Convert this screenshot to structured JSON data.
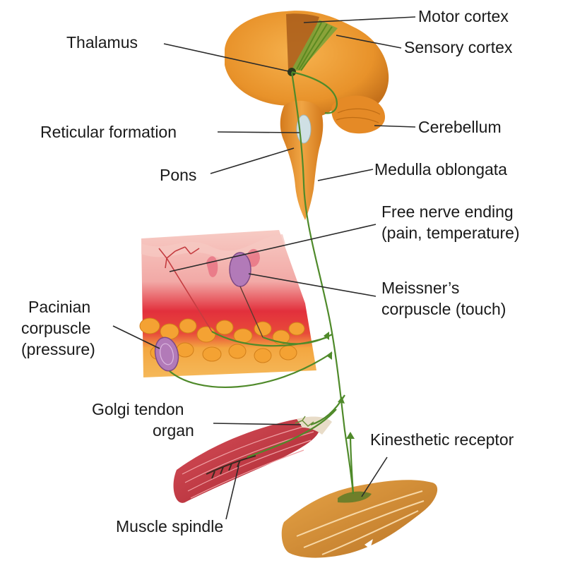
{
  "labels": {
    "motor_cortex": "Motor cortex",
    "sensory_cortex": "Sensory cortex",
    "thalamus": "Thalamus",
    "reticular_formation": "Reticular formation",
    "cerebellum": "Cerebellum",
    "pons": "Pons",
    "medulla_oblongata": "Medulla oblongata",
    "free_nerve_ending_1": "Free nerve ending",
    "free_nerve_ending_2": "(pain, temperature)",
    "meissner_1": "Meissner’s",
    "meissner_2": "corpuscle (touch)",
    "pacinian_1": "Pacinian",
    "pacinian_2": "corpuscle",
    "pacinian_3": "(pressure)",
    "golgi_1": "Golgi tendon",
    "golgi_2": "organ",
    "kinesthetic": "Kinesthetic receptor",
    "muscle_spindle": "Muscle spindle"
  },
  "colors": {
    "brain": "#e8922a",
    "brain_dark": "#c96f14",
    "nerve": "#4f8a2a",
    "skin_pink": "#f4b7b0",
    "skin_red": "#e0303a",
    "fat": "#f0a63c",
    "muscle": "#c8333a",
    "corpuscle": "#b27ab8"
  }
}
